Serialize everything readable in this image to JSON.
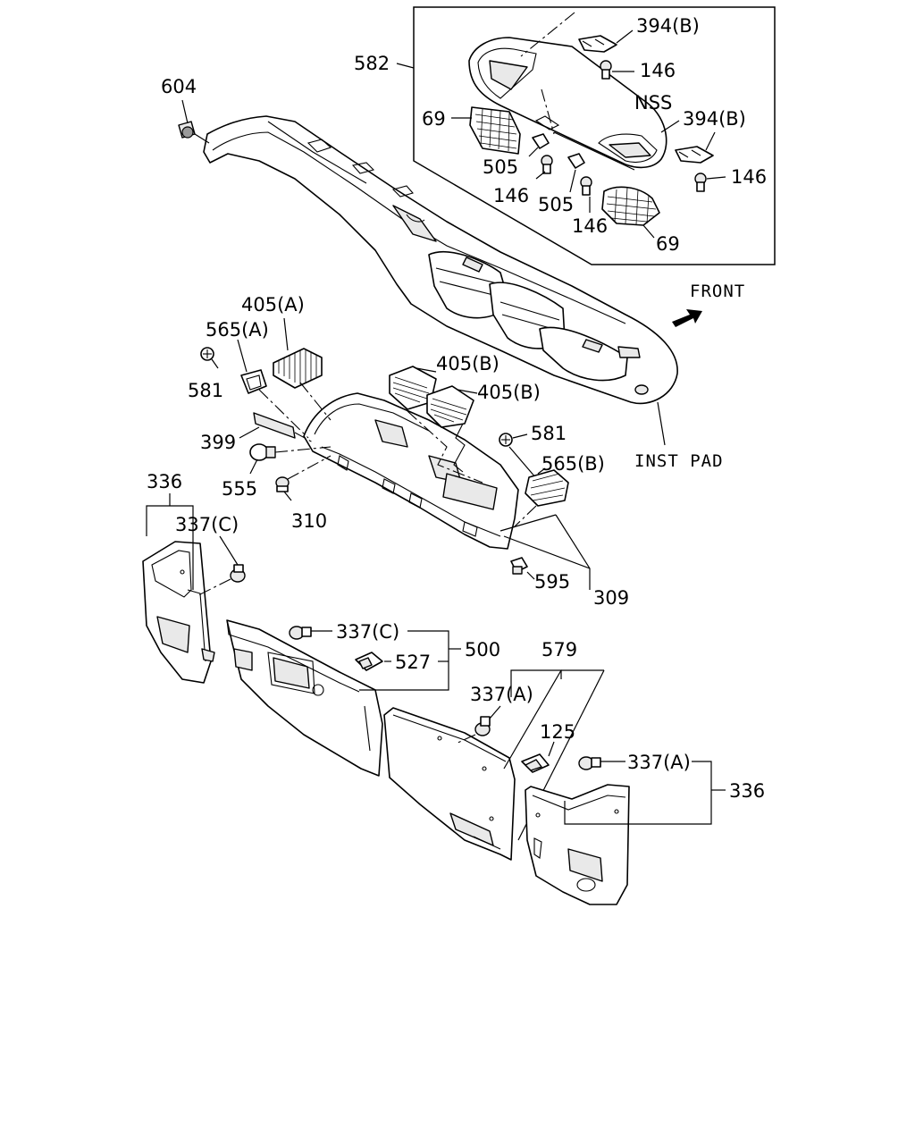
{
  "labels": {
    "l582": "582",
    "l604": "604",
    "l394b_1": "394(B)",
    "l146_1": "146",
    "lnss": "NSS",
    "l394b_2": "394(B)",
    "l69_1": "69",
    "l505_1": "505",
    "l146_2": "146",
    "l146_3": "146",
    "l505_2": "505",
    "l146_4": "146",
    "l69_2": "69",
    "lfront": "FRONT",
    "l405a": "405(A)",
    "l565a": "565(A)",
    "l581_1": "581",
    "l405b_1": "405(B)",
    "l405b_2": "405(B)",
    "l581_2": "581",
    "l399": "399",
    "l565b": "565(B)",
    "l555": "555",
    "linstpad": "INST PAD",
    "l310": "310",
    "l336_1": "336",
    "l337c_1": "337(C)",
    "l595": "595",
    "l309": "309",
    "l337c_2": "337(C)",
    "l500": "500",
    "l527": "527",
    "l579": "579",
    "l337a_1": "337(A)",
    "l125": "125",
    "l337a_2": "337(A)",
    "l336_2": "336"
  }
}
